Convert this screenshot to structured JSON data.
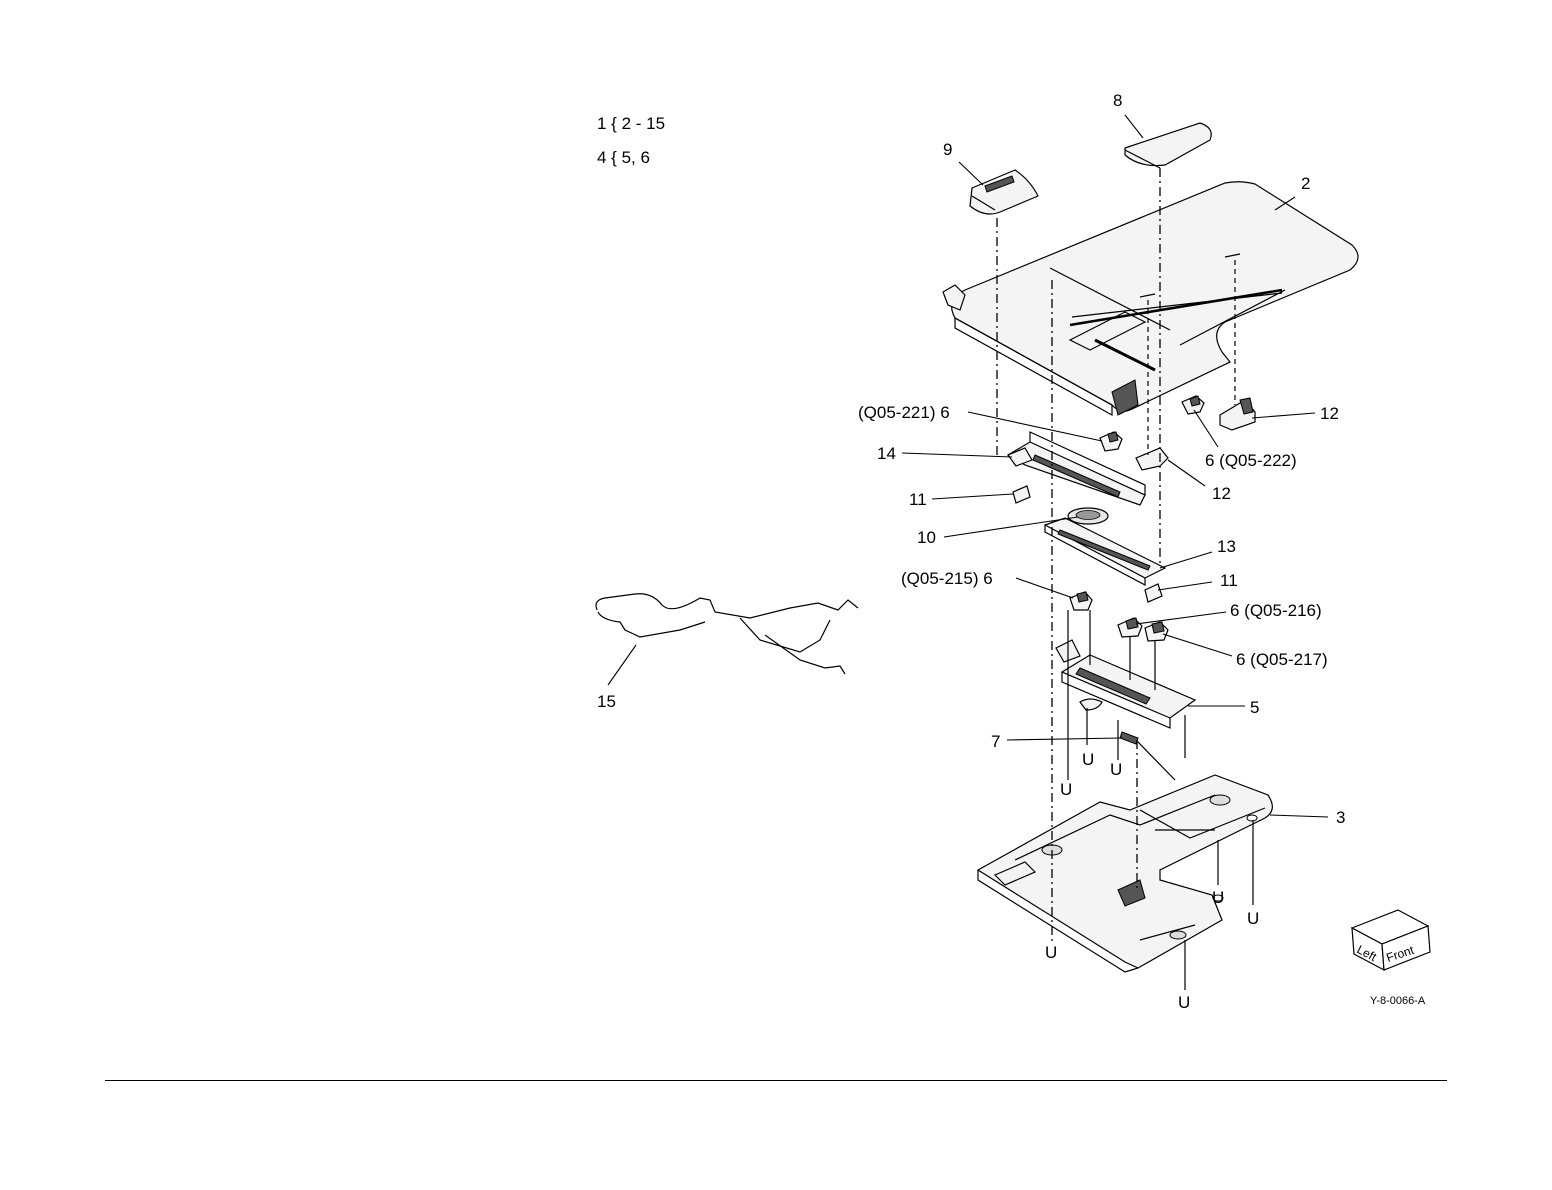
{
  "legend": {
    "line1": "1 { 2 - 15",
    "line2": "4 { 5, 6"
  },
  "callouts": {
    "c2": "2",
    "c3": "3",
    "c5": "5",
    "c7": "7",
    "c8": "8",
    "c9": "9",
    "c10": "10",
    "c11a": "11",
    "c11b": "11",
    "c12a": "12",
    "c12b": "12",
    "c13": "13",
    "c14": "14",
    "c15": "15",
    "c6_q05_221": "(Q05-221) 6",
    "c6_q05_222": "6 (Q05-222)",
    "c6_q05_215": "(Q05-215) 6",
    "c6_q05_216": "6 (Q05-216)",
    "c6_q05_217": "6 (Q05-217)"
  },
  "u_marks": [
    "U",
    "U",
    "U",
    "U",
    "U",
    "U",
    "U"
  ],
  "orientation_cube": {
    "left": "Left",
    "front": "Front"
  },
  "figure_id": "Y-8-0066-A"
}
